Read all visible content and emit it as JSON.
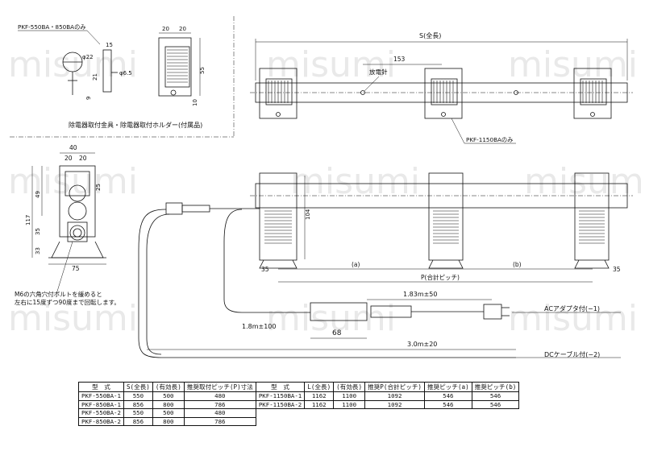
{
  "watermark": "misumi",
  "notes": {
    "only_550_850": "PKF-550BA・850BAのみ",
    "only_1150": "PKF-1150BAのみ",
    "bracket_caption": "除電器取付金具・除電器取付ホルダー(付属品)",
    "m6_note_line1": "M6の六角穴付ボルトを緩めると",
    "m6_note_line2": "左右に15度ずつ90度まで回転します。",
    "needle": "放電針",
    "ac_adapter": "ACアダプタ付(−1)",
    "dc_cable": "DCケーブル付(−2)",
    "a": "(a)",
    "b": "(b)"
  },
  "dims": {
    "s_total": "S(全長)",
    "p_pitch": "P(合計ピッチ)",
    "d153": "153",
    "d35": "35",
    "d104": "104",
    "d40": "40",
    "d20": "20",
    "d25": "25",
    "d49": "49",
    "d117": "117",
    "d33": "33",
    "d75": "75",
    "d15": "15",
    "d22": "φ22",
    "d21": "21",
    "d9": "9",
    "d65": "φ6.5",
    "d55": "55",
    "d10": "10",
    "c183": "1.83m±50",
    "c18": "1.8m±100",
    "c68": "68",
    "c30": "3.0m±20"
  },
  "table_left": {
    "headers": [
      "型　式",
      "S(全長)",
      "(有効長)",
      "推奨取付ピッチ(P)寸法"
    ],
    "rows": [
      [
        "PKF-550BA-1",
        "550",
        "500",
        "480"
      ],
      [
        "PKF-850BA-1",
        "856",
        "800",
        "786"
      ],
      [
        "PKF-550BA-2",
        "550",
        "500",
        "480"
      ],
      [
        "PKF-850BA-2",
        "856",
        "800",
        "786"
      ]
    ]
  },
  "table_right": {
    "headers": [
      "型　式",
      "L(全長)",
      "(有効長)",
      "推奨P(合計ピッチ)",
      "推奨ピッチ(a)",
      "推奨ピッチ(b)"
    ],
    "rows": [
      [
        "PKF-1150BA-1",
        "1162",
        "1100",
        "1092",
        "546",
        "546"
      ],
      [
        "PKF-1150BA-2",
        "1162",
        "1100",
        "1092",
        "546",
        "546"
      ]
    ]
  }
}
